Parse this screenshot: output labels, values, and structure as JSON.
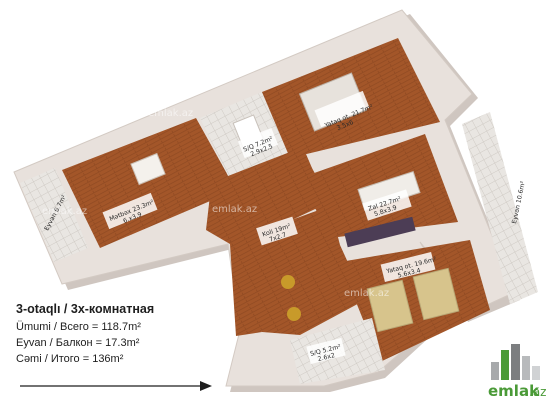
{
  "info": {
    "title": "3-otaqlı / 3х-комнатная",
    "total": "Ümumi / Всего = 118.7m²",
    "balcony": "Eyvan / Балкон = 17.3m²",
    "sum": "Cəmi / Итого = 136m²"
  },
  "rooms": [
    {
      "name": "Yataq ot. 21.7m²",
      "dims": "3.5x6"
    },
    {
      "name": "S/Q 7.2m²",
      "dims": "2.9x2.5"
    },
    {
      "name": "Mətbəx 23.3m²",
      "dims": "6.x3.9"
    },
    {
      "name": "Eyvan 6.7m²",
      "dims": ""
    },
    {
      "name": "Zal 22.7m²",
      "dims": "5.8x3.9"
    },
    {
      "name": "Koli 19m²",
      "dims": "7x2.7"
    },
    {
      "name": "Eyvan 10.6m²",
      "dims": ""
    },
    {
      "name": "Yataq ot. 19.6m²",
      "dims": "5.6x3.4"
    },
    {
      "name": "S/Q 5.2m²",
      "dims": "2.6x2"
    }
  ],
  "watermark": "emlak.az",
  "logo": {
    "text": "emlak",
    "suffix": ".az"
  },
  "colors": {
    "floor": "#a0542a",
    "wall": "#dbd2cc",
    "wall_top": "#efe9e5",
    "text": "#1e1e1e",
    "brand": "#4a9a37"
  }
}
